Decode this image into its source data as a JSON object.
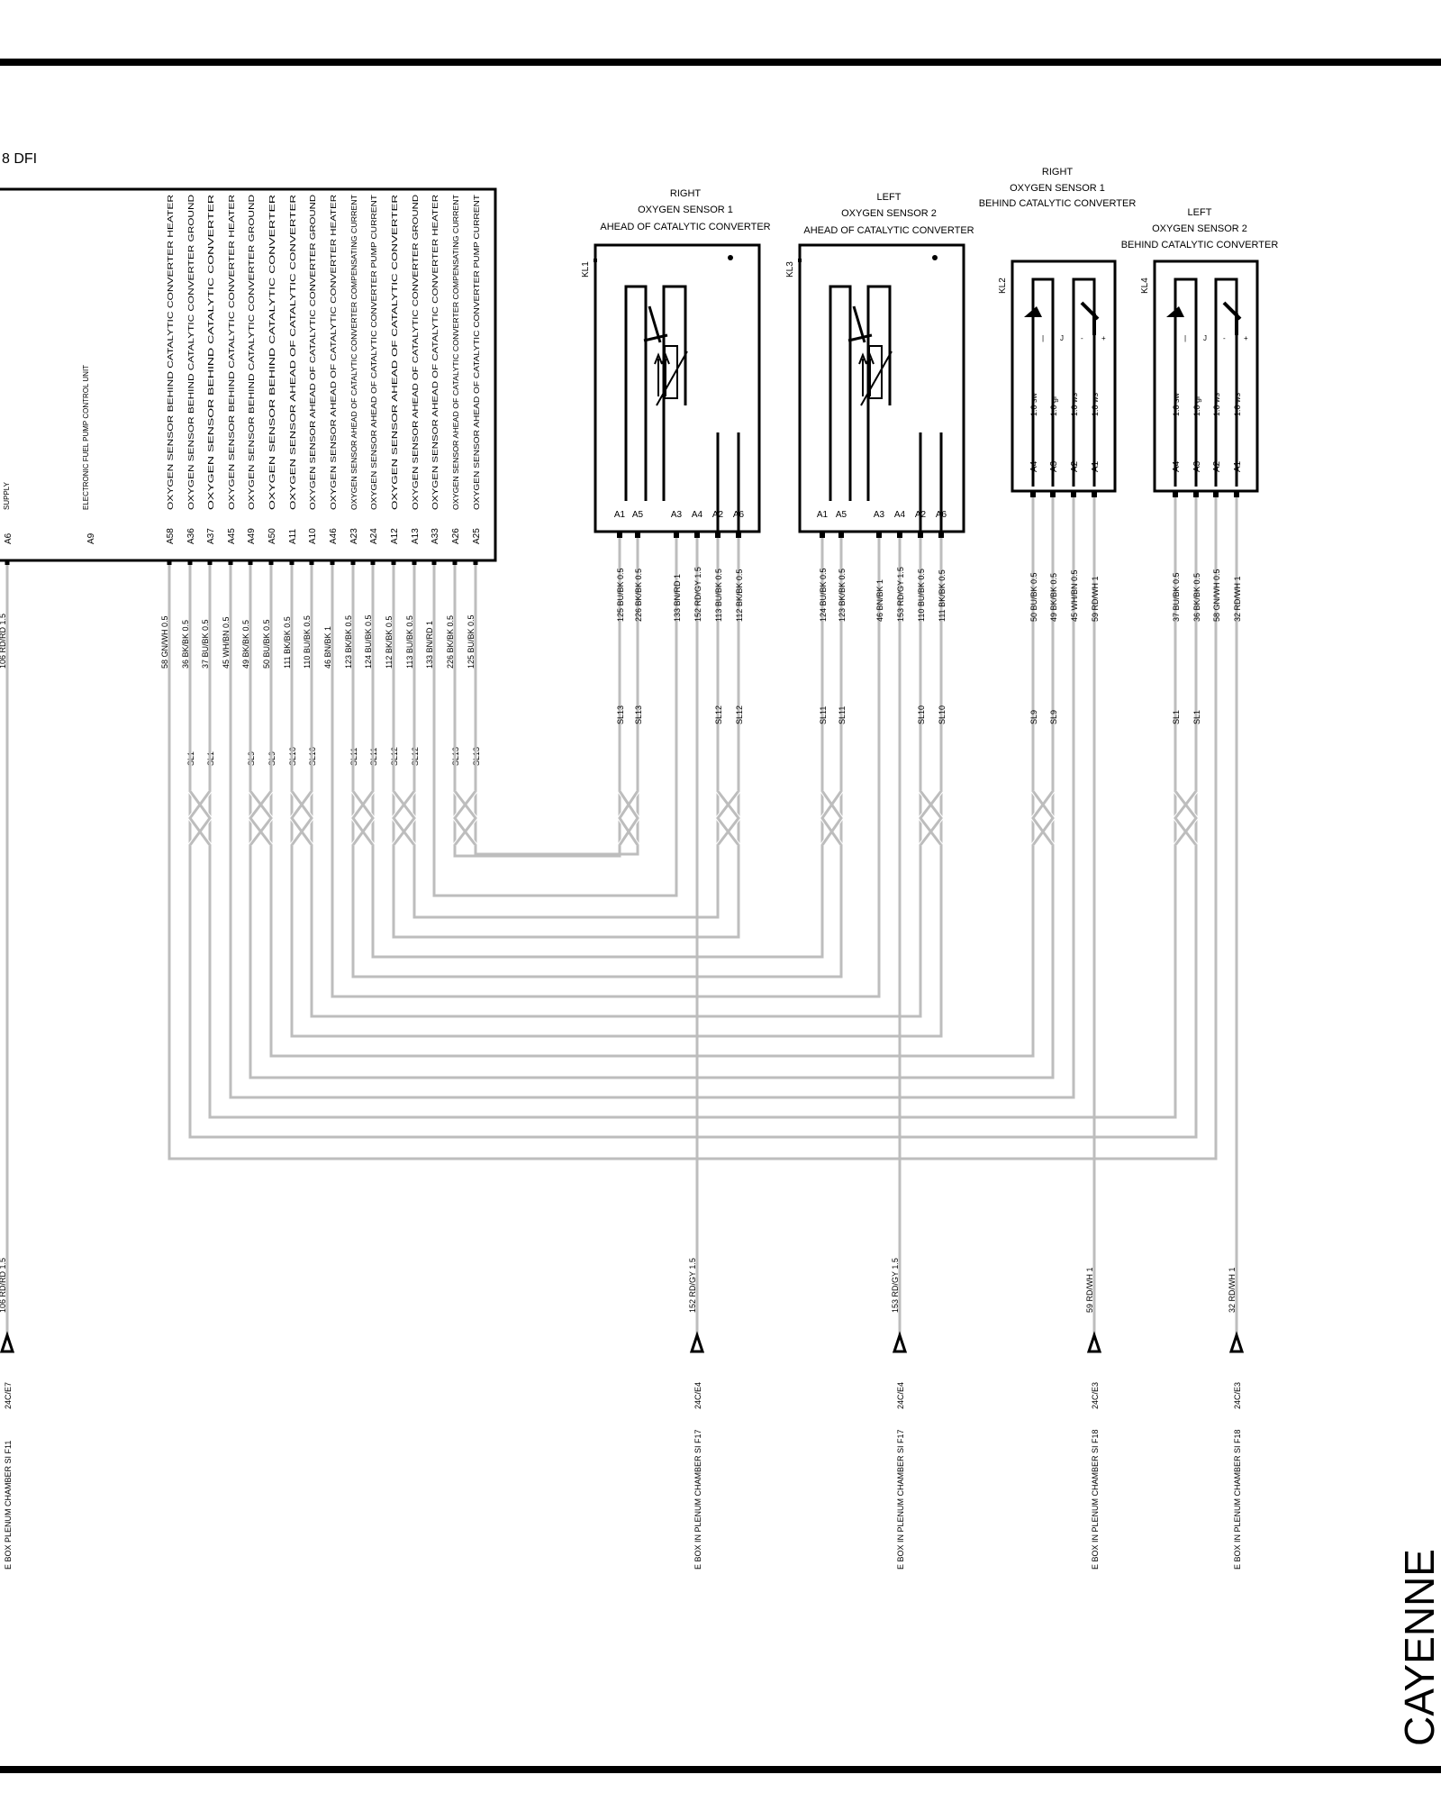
{
  "header": {
    "title_fragment": "8 DFI"
  },
  "brand": {
    "text": "CAYENNE"
  },
  "ecu": {
    "supply_label": "SUPPLY",
    "fuel_pump_label": "ELECTRONIC FUEL PUMP CONTROL UNIT",
    "pins": [
      {
        "pin": "A6",
        "wire": "106 RD/RD 1.5"
      },
      {
        "pin": "A9",
        "wire": ""
      },
      {
        "pin": "A58",
        "label": "OXYGEN SENSOR BEHIND CATALYTIC CONVERTER HEATER",
        "wire": "58 GN/WH 0.5"
      },
      {
        "pin": "A36",
        "label": "OXYGEN SENSOR BEHIND CATALYTIC CONVERTER GROUND",
        "wire": "36 BK/BK 0.5"
      },
      {
        "pin": "A37",
        "label": "OXYGEN SENSOR BEHIND CATALYTIC CONVERTER",
        "wire": "37 BU/BK 0.5"
      },
      {
        "pin": "A45",
        "label": "OXYGEN SENSOR BEHIND CATALYTIC CONVERTER HEATER",
        "wire": "45 WH/BN 0.5"
      },
      {
        "pin": "A49",
        "label": "OXYGEN SENSOR BEHIND CATALYTIC CONVERTER GROUND",
        "wire": "49 BK/BK 0.5"
      },
      {
        "pin": "A50",
        "label": "OXYGEN SENSOR BEHIND CATALYTIC CONVERTER",
        "wire": "50 BU/BK 0.5"
      },
      {
        "pin": "A11",
        "label": "OXYGEN SENSOR AHEAD OF CATALYTIC CONVERTER",
        "wire": "111 BK/BK 0.5"
      },
      {
        "pin": "A10",
        "label": "OXYGEN SENSOR AHEAD OF CATALYTIC CONVERTER GROUND",
        "wire": "110 BU/BK 0.5"
      },
      {
        "pin": "A46",
        "label": "OXYGEN SENSOR AHEAD OF CATALYTIC CONVERTER HEATER",
        "wire": "46 BN/BK 1"
      },
      {
        "pin": "A23",
        "label": "OXYGEN SENSOR AHEAD OF CATALYTIC CONVERTER COMPENSATING CURRENT",
        "wire": "123 BK/BK 0.5"
      },
      {
        "pin": "A24",
        "label": "OXYGEN SENSOR AHEAD OF CATALYTIC CONVERTER PUMP CURRENT",
        "wire": "124 BU/BK 0.5"
      },
      {
        "pin": "A12",
        "label": "OXYGEN SENSOR AHEAD OF CATALYTIC CONVERTER",
        "wire": "112 BK/BK 0.5"
      },
      {
        "pin": "A13",
        "label": "OXYGEN SENSOR AHEAD OF CATALYTIC CONVERTER GROUND",
        "wire": "113 BU/BK 0.5"
      },
      {
        "pin": "A33",
        "label": "OXYGEN SENSOR AHEAD OF CATALYTIC CONVERTER HEATER",
        "wire": "133 BN/RD 1"
      },
      {
        "pin": "A26",
        "label": "OXYGEN SENSOR AHEAD OF CATALYTIC CONVERTER COMPENSATING CURRENT",
        "wire": "226 BK/BK 0.5"
      },
      {
        "pin": "A25",
        "label": "OXYGEN SENSOR AHEAD OF CATALYTIC CONVERTER PUMP CURRENT",
        "wire": "125 BU/BK 0.5"
      }
    ],
    "shields": [
      "SL1",
      "SL1",
      "SL9",
      "SL9",
      "SL10",
      "SL10",
      "SL11",
      "SL11",
      "SL12",
      "SL12",
      "SL13",
      "SL13"
    ]
  },
  "sensors": [
    {
      "id": "KL1",
      "title": [
        "RIGHT",
        "OXYGEN SENSOR 1",
        "AHEAD OF CATALYTIC CONVERTER"
      ],
      "pins": [
        "A1",
        "A5",
        "A3",
        "A4",
        "A2",
        "A6"
      ],
      "wires": [
        "125 BU/BK 0.5",
        "226 BK/BK 0.5",
        "133 BN/RD 1",
        "152 RD/GY 1.5",
        "113 BU/BK 0.5",
        "112 BK/BK 0.5"
      ],
      "shields": [
        "SL13",
        "SL13",
        "SL12",
        "SL12"
      ]
    },
    {
      "id": "KL3",
      "title": [
        "LEFT",
        "OXYGEN SENSOR 2",
        "AHEAD OF CATALYTIC CONVERTER"
      ],
      "pins": [
        "A1",
        "A5",
        "A3",
        "A4",
        "A2",
        "A6"
      ],
      "wires": [
        "124 BU/BK 0.5",
        "123 BK/BK 0.5",
        "46 BN/BK 1",
        "153 RD/GY 1.5",
        "110 BU/BK 0.5",
        "111 BK/BK 0.5"
      ],
      "shields": [
        "SL11",
        "SL11",
        "SL10",
        "SL10"
      ]
    },
    {
      "id": "KL2",
      "title": [
        "RIGHT",
        "OXYGEN SENSOR 1",
        "BEHIND CATALYTIC CONVERTER"
      ],
      "pins": [
        "A4",
        "A3",
        "A2",
        "A1"
      ],
      "inner": [
        "1.0 sw",
        "1.0 gr",
        "1.0 ws",
        "1.0 ws"
      ],
      "wires": [
        "50 BU/BK 0.5",
        "49 BK/BK 0.5",
        "45 WH/BN 0.5",
        "59 RD/WH 1"
      ],
      "shields": [
        "SL9",
        "SL9"
      ]
    },
    {
      "id": "KL4",
      "title": [
        "LEFT",
        "OXYGEN SENSOR 2",
        "BEHIND CATALYTIC CONVERTER"
      ],
      "pins": [
        "A4",
        "A3",
        "A2",
        "A1"
      ],
      "inner": [
        "1.0 sw",
        "1.0 gr",
        "1.0 ws",
        "1.0 ws"
      ],
      "wires": [
        "37 BU/BK 0.5",
        "36 BK/BK 0.5",
        "58 GN/WH 0.5",
        "32 RD/WH 1"
      ],
      "shields": [
        "SL1",
        "SL1"
      ]
    }
  ],
  "connectors": [
    {
      "wire": "106 RD/RD 1.5",
      "ref": "24C/E7",
      "location": "E BOX PLENUM CHAMBER SI F11"
    },
    {
      "wire": "152 RD/GY 1.5",
      "ref": "24C/E4",
      "location": "E BOX IN PLENUM CHAMBER SI F17"
    },
    {
      "wire": "153 RD/GY 1.5",
      "ref": "24C/E4",
      "location": "E BOX IN PLENUM CHAMBER SI F17"
    },
    {
      "wire": "59 RD/WH 1",
      "ref": "24C/E3",
      "location": "E BOX IN PLENUM CHAMBER SI F18"
    },
    {
      "wire": "32 RD/WH 1",
      "ref": "24C/E3",
      "location": "E BOX IN PLENUM CHAMBER SI F18"
    }
  ]
}
